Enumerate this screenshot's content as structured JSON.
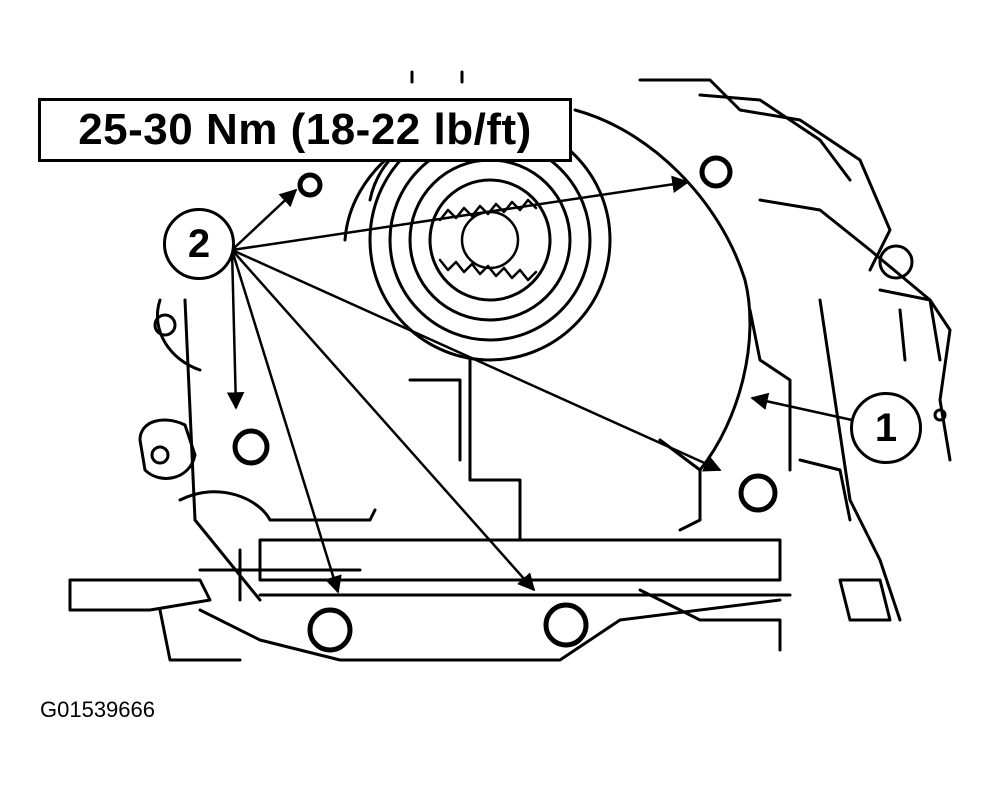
{
  "diagram": {
    "torque_label": "25-30 Nm (18-22 lb/ft)",
    "callouts": [
      {
        "id": "callout-1",
        "label": "1"
      },
      {
        "id": "callout-2",
        "label": "2"
      }
    ],
    "figure_id": "G01539666",
    "colors": {
      "ink": "#000000",
      "paper": "#ffffff"
    }
  }
}
